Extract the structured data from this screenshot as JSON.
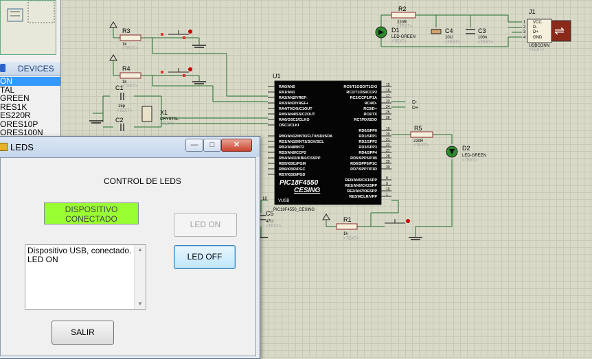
{
  "left_panel": {
    "devices_header": "DEVICES",
    "devices": [
      "ON",
      "TAL",
      "GREEN",
      "RES1K",
      "ES220R",
      "ORES10P",
      "ORES100N"
    ],
    "selected_index": 0
  },
  "schematic": {
    "chip_ref": "U1",
    "chip_name": "PIC18F4550",
    "chip_sub": "CESING",
    "chip_caption": "PIC18F4550_CESING",
    "left_pins": [
      "RA0/AN0",
      "RA1/AN1",
      "RA2/AN2/VREF-",
      "RA3/AN3/VREF+",
      "RA4/T0CKI/C1OUT",
      "RA5/AN4/SS/C2OUT",
      "RA6/OSC2/CLKO",
      "OSC1/CLKI",
      "",
      "RB0/AN12/INT0/FLT0/SDI/SDA",
      "RB1/AN10/INT1/SCK/SCL",
      "RB2/AN8/INT2",
      "RB3/AN9/CCP2",
      "RB4/AN11/KBI0/CSSPP",
      "RB5/KBI1/PGM",
      "RB6/KBI2/PGC",
      "RB7/KBI3/PGD"
    ],
    "right_pins": [
      "RC0/T1OSO/T1CKI",
      "RC1/T1OSI/CCP2",
      "RC2/CCP1/P1A",
      "RC4/D-",
      "RC5/D+",
      "RC6/TX",
      "RC7/RX/SDO",
      "",
      "RD0/SPP0",
      "RD1/SPP1",
      "RD2/SPP2",
      "RD3/SPP3",
      "RD4/SPP4",
      "RD5/SPP5/P1B",
      "RD6/SPP6/P1C",
      "RD7/SPP7/P1D",
      "",
      "RE0/AN5/CK1SPP",
      "RE1/AN6/CK2SPP",
      "RE2/AN7/OESPP",
      "RE3/MCLR/VPP"
    ],
    "right_pin_nums": [
      "15",
      "16",
      "17",
      "23",
      "24",
      "25",
      "26",
      "",
      "19",
      "20",
      "21",
      "22",
      "27",
      "28",
      "29",
      "30",
      "",
      "8",
      "9",
      "10",
      "1"
    ],
    "vusb_label": "VUSB",
    "vusb_num": "18",
    "components": {
      "R1": {
        "ref": "R1",
        "value": "1k",
        "text": "<TEXT>"
      },
      "R2": {
        "ref": "R2",
        "value": "220R",
        "text": "<TEXT>"
      },
      "R3": {
        "ref": "R3",
        "value": "1k",
        "text": "<TEXT>"
      },
      "R4": {
        "ref": "R4",
        "value": "1k",
        "text": "<TEXT>"
      },
      "R5": {
        "ref": "R5",
        "value": "220R",
        "text": "<TEXT>"
      },
      "C1": {
        "ref": "C1",
        "value": "15p",
        "text": "<TEXT>"
      },
      "C2": {
        "ref": "C2"
      },
      "C3": {
        "ref": "C3",
        "value": "100n",
        "text": "<TEXT>"
      },
      "C4": {
        "ref": "C4",
        "value": "10U",
        "text": "<TEXT>"
      },
      "C5": {
        "ref": "C5",
        "value": "47U",
        "text": "<TEXT>"
      },
      "D1": {
        "ref": "D1",
        "value": "LED-GREEN",
        "text": "<TEXT>"
      },
      "D2": {
        "ref": "D2",
        "value": "LED-GREEN",
        "text": "<TEXT>"
      },
      "X1": {
        "ref": "X1",
        "value": "CRYSTAL",
        "text": "<TEXT>"
      },
      "J1": {
        "ref": "J1",
        "value": "USBCONN",
        "text": "<TEXT>",
        "pins": [
          "VCC",
          "D-",
          "D+",
          "GND"
        ],
        "pin_nums": [
          "1",
          "2",
          "3",
          "4"
        ]
      }
    },
    "net_dminus": "D-",
    "net_dplus": "D+"
  },
  "dialog": {
    "title": "LEDS",
    "min_label": "—",
    "max_label": "□",
    "close_label": "✕",
    "heading": "CONTROL DE LEDS",
    "status_line1": "DISPOSITIVO",
    "status_line2": "CONECTADO",
    "status_color": "#99ff33",
    "btn_on": "LED ON",
    "btn_off": "LED OFF",
    "btn_exit": "SALIR",
    "log_lines": [
      "Dispositivo USB, conectado.",
      "LED ON"
    ]
  }
}
